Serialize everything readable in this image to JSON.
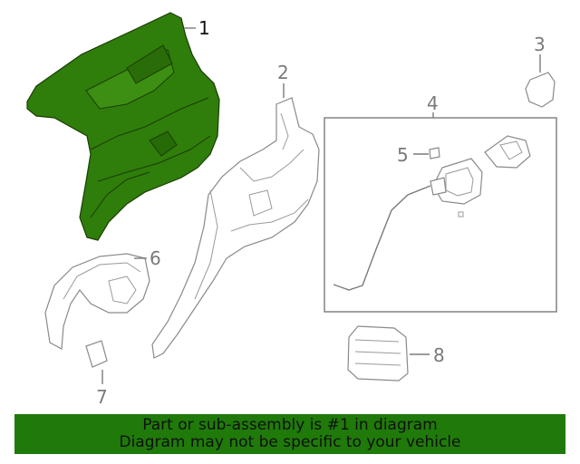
{
  "colors": {
    "highlight": "#2f7d0a",
    "banner": "#1f7a0a",
    "label": "#7a7a7a"
  },
  "callouts": {
    "c1": "1",
    "c2": "2",
    "c3": "3",
    "c4": "4",
    "c5": "5",
    "c6": "6",
    "c7": "7",
    "c8": "8"
  },
  "banner": {
    "line1": "Part or sub-assembly is #1 in diagram",
    "line2": "Diagram may not be specific to your vehicle"
  }
}
